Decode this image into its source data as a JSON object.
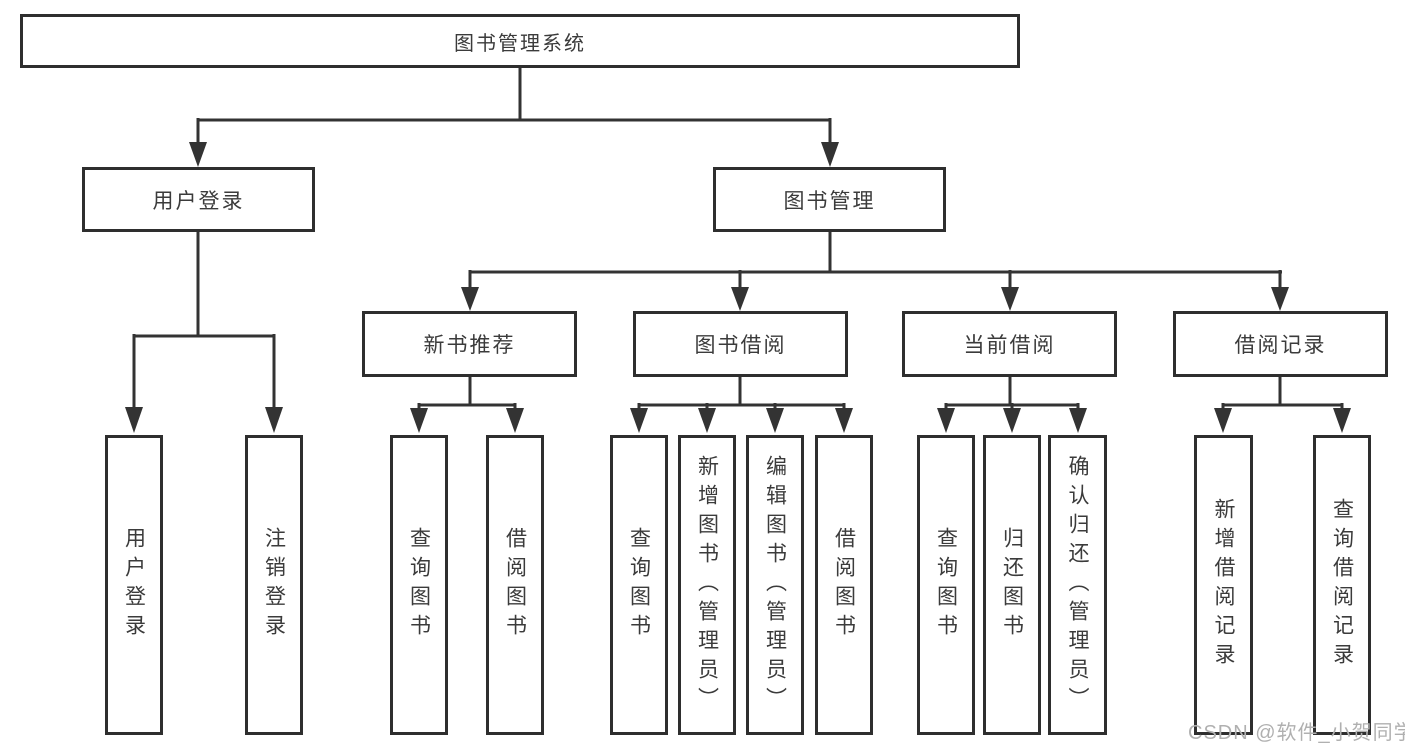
{
  "diagram": {
    "root": "图书管理系统",
    "user_login": {
      "label": "用户登录",
      "children": [
        "用户登录",
        "注销登录"
      ]
    },
    "book_management": {
      "label": "图书管理",
      "sections": [
        {
          "label": "新书推荐",
          "children": [
            "查询图书",
            "借阅图书"
          ]
        },
        {
          "label": "图书借阅",
          "children": [
            "查询图书",
            "新增图书（管理员）",
            "编辑图书（管理员）",
            "借阅图书"
          ]
        },
        {
          "label": "当前借阅",
          "children": [
            "查询图书",
            "归还图书",
            "确认归还（管理员）"
          ]
        },
        {
          "label": "借阅记录",
          "children": [
            "新增借阅记录",
            "查询借阅记录"
          ]
        }
      ]
    }
  },
  "watermark": "CSDN @软件_小贺同学",
  "colors": {
    "line": "#333333",
    "box_border": "#2e2e2e",
    "text": "#3b3b3b",
    "watermark": "#b0b0b0",
    "background": "#ffffff"
  }
}
